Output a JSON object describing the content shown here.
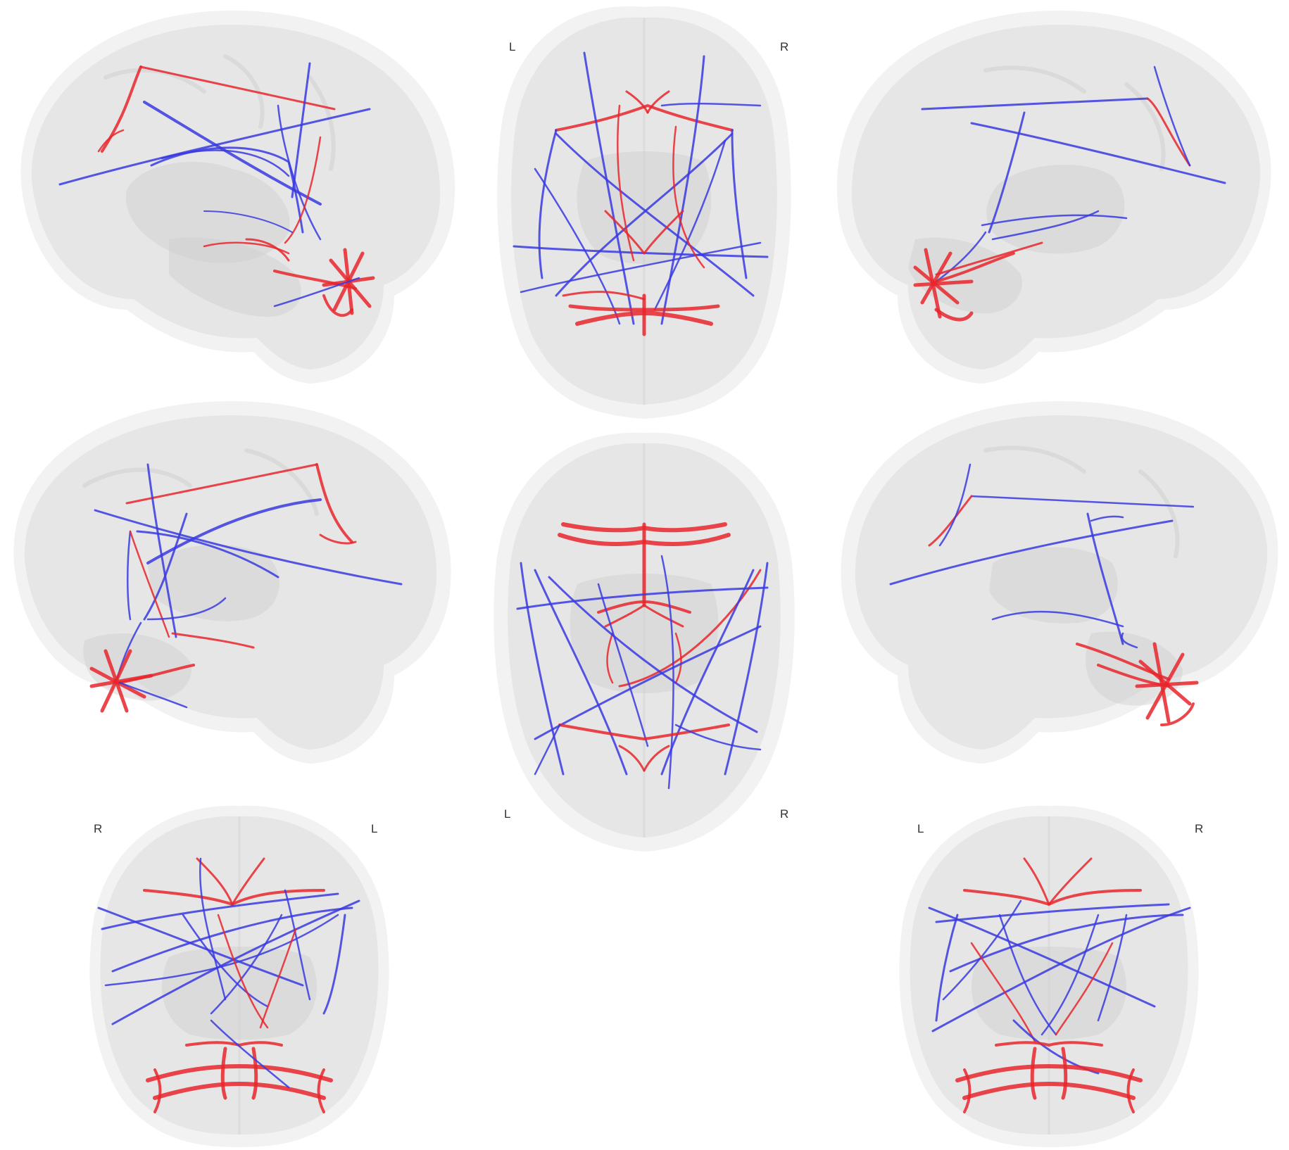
{
  "colors": {
    "positive_edges": "#e8262c",
    "negative_edges": "#3a3ae0",
    "brain_surface": "#e6e6e6",
    "background": "#ffffff"
  },
  "views": {
    "axial_top": {
      "label_left": "L",
      "label_right": "R"
    },
    "axial_bottom": {
      "label_left": "L",
      "label_right": "R"
    },
    "coronal_left": {
      "label_left": "R",
      "label_right": "L"
    },
    "coronal_right": {
      "label_left": "L",
      "label_right": "R"
    }
  }
}
